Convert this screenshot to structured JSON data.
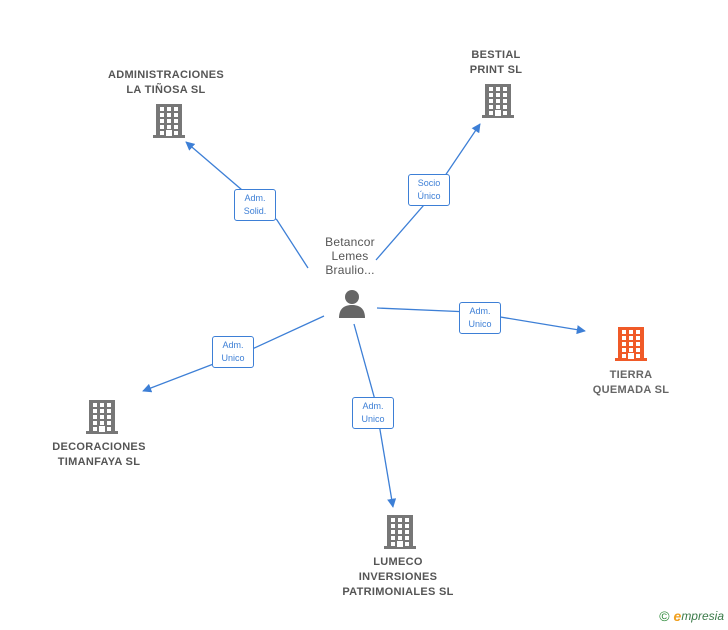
{
  "center": {
    "name_lines": [
      "Betancor",
      "Lemes",
      "Braulio..."
    ]
  },
  "nodes": [
    {
      "id": "administraciones",
      "lines": [
        "ADMINISTRACIONES",
        "LA TIÑOSA  SL"
      ],
      "color": "#777777"
    },
    {
      "id": "bestial",
      "lines": [
        "BESTIAL",
        "PRINT  SL"
      ],
      "color": "#777777"
    },
    {
      "id": "tierra",
      "lines": [
        "TIERRA",
        "QUEMADA  SL"
      ],
      "color": "#f05a28"
    },
    {
      "id": "decoraciones",
      "lines": [
        "DECORACIONES",
        "TIMANFAYA  SL"
      ],
      "color": "#777777"
    },
    {
      "id": "lumeco",
      "lines": [
        "LUMECO",
        "INVERSIONES",
        "PATRIMONIALES SL"
      ],
      "color": "#777777"
    }
  ],
  "relations": [
    {
      "target": "administraciones",
      "lines": [
        "Adm.",
        "Solid."
      ]
    },
    {
      "target": "bestial",
      "lines": [
        "Socio",
        "Único"
      ]
    },
    {
      "target": "tierra",
      "lines": [
        "Adm.",
        "Unico"
      ]
    },
    {
      "target": "decoraciones",
      "lines": [
        "Adm.",
        "Unico"
      ]
    },
    {
      "target": "lumeco",
      "lines": [
        "Adm.",
        "Unico"
      ]
    }
  ],
  "footer": {
    "copyright": "©",
    "brand_initial": "e",
    "brand_rest": "mpresia"
  },
  "colors": {
    "edge": "#3d7fd6",
    "building": "#777777",
    "highlight": "#f05a28",
    "person": "#666666"
  }
}
